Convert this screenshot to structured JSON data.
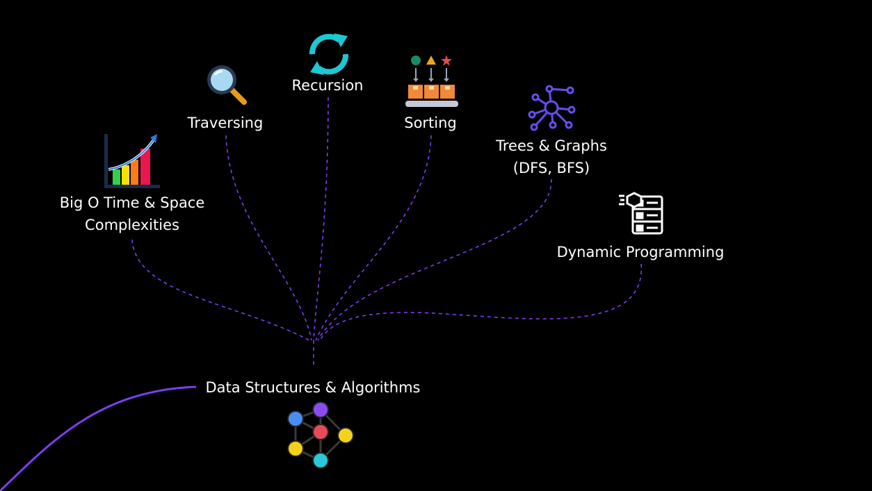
{
  "root": {
    "label": "Data Structures & Algorithms",
    "icon": "network-graph-icon"
  },
  "topics": [
    {
      "id": "big-o",
      "line1": "Big O Time & Space",
      "line2": "Complexities",
      "icon": "bar-chart-growth-icon"
    },
    {
      "id": "traversing",
      "line1": "Traversing",
      "line2": "",
      "icon": "magnifying-glass-icon"
    },
    {
      "id": "recursion",
      "line1": "Recursion",
      "line2": "",
      "icon": "refresh-cycle-icon"
    },
    {
      "id": "sorting",
      "line1": "Sorting",
      "line2": "",
      "icon": "conveyor-sorting-icon"
    },
    {
      "id": "trees-graphs",
      "line1": "Trees & Graphs",
      "line2": "(DFS, BFS)",
      "icon": "node-graph-icon"
    },
    {
      "id": "dynamic-programming",
      "line1": "Dynamic Programming",
      "line2": "",
      "icon": "data-server-icon"
    }
  ],
  "colors": {
    "background": "#000000",
    "connector": "#7b3ff2",
    "text": "#ffffff",
    "recursion_icon": "#1cc8d3",
    "trees_icon": "#6a4cf0"
  }
}
